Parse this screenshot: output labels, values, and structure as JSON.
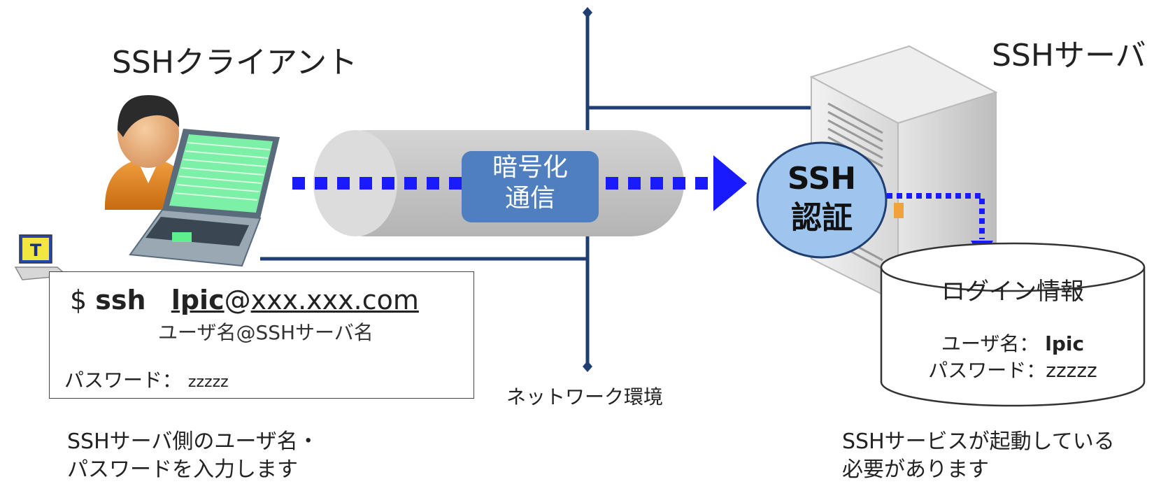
{
  "client": {
    "title": "SSHクライアント",
    "command": {
      "prompt": "$",
      "cmd": "ssh",
      "user": "lpic",
      "at": "@",
      "host": "xxx.xxx.com"
    },
    "command_hint": "ユーザ名@SSHサーバ名",
    "password_label": "パスワード：",
    "password_value": "zzzzz",
    "note_line1": "SSHサーバ側のユーザ名・",
    "note_line2": "パスワードを入力します"
  },
  "tunnel": {
    "label_line1": "暗号化",
    "label_line2": "通信"
  },
  "network": {
    "label": "ネットワーク環境"
  },
  "server": {
    "title": "SSHサーバ",
    "auth_line1": "SSH",
    "auth_line2": "認証",
    "login_info": {
      "title": "ログイン情報",
      "user_label": "ユーザ名：",
      "user_value": "lpic",
      "password_label": "パスワード：",
      "password_value": "zzzzz"
    },
    "note_line1": "SSHサービスが起動している",
    "note_line2": "必要があります"
  },
  "colors": {
    "network_line": "#1f3f73",
    "dotted_arrow": "#1a1aff",
    "tunnel": "#c9c9c9",
    "enc_box": "#4f7fbf",
    "auth_ellipse": "#9ec5ee"
  },
  "icons": [
    "user-icon",
    "laptop-icon",
    "terminal-app-icon",
    "server-icon",
    "database-icon"
  ]
}
